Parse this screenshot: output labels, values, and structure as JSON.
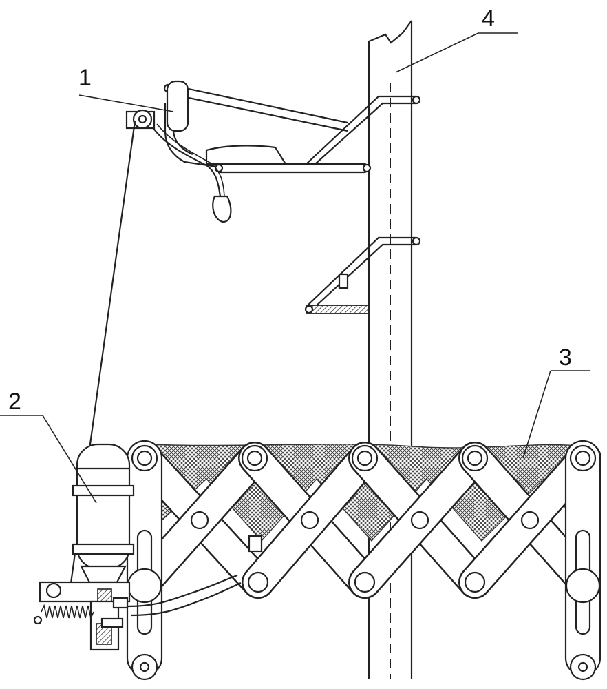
{
  "labels": {
    "l1": "1",
    "l2": "2",
    "l3": "3",
    "l4": "4"
  },
  "colors": {
    "stroke": "#222222",
    "background": "#ffffff",
    "mesh": "#555555"
  }
}
